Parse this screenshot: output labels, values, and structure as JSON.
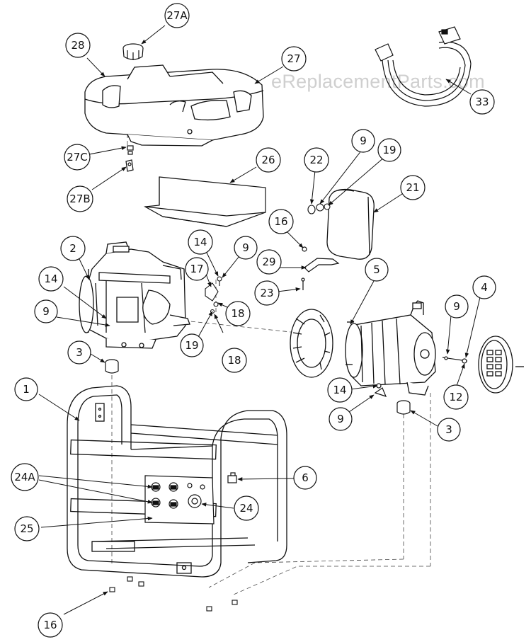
{
  "diagram": {
    "watermark": "eReplacementParts.com",
    "callouts": [
      {
        "id": "c-27a",
        "label": "27A"
      },
      {
        "id": "c-28",
        "label": "28"
      },
      {
        "id": "c-27",
        "label": "27"
      },
      {
        "id": "c-33",
        "label": "33"
      },
      {
        "id": "c-27c",
        "label": "27C"
      },
      {
        "id": "c-27b",
        "label": "27B"
      },
      {
        "id": "c-26",
        "label": "26"
      },
      {
        "id": "c-22",
        "label": "22"
      },
      {
        "id": "c-9a",
        "label": "9"
      },
      {
        "id": "c-19a",
        "label": "19"
      },
      {
        "id": "c-21",
        "label": "21"
      },
      {
        "id": "c-16a",
        "label": "16"
      },
      {
        "id": "c-2",
        "label": "2"
      },
      {
        "id": "c-14a",
        "label": "14"
      },
      {
        "id": "c-9b",
        "label": "9"
      },
      {
        "id": "c-29",
        "label": "29"
      },
      {
        "id": "c-5",
        "label": "5"
      },
      {
        "id": "c-14b",
        "label": "14"
      },
      {
        "id": "c-17",
        "label": "17"
      },
      {
        "id": "c-23",
        "label": "23"
      },
      {
        "id": "c-9c",
        "label": "9"
      },
      {
        "id": "c-18a",
        "label": "18"
      },
      {
        "id": "c-4",
        "label": "4"
      },
      {
        "id": "c-9d",
        "label": "9"
      },
      {
        "id": "c-19b",
        "label": "19"
      },
      {
        "id": "c-3a",
        "label": "3"
      },
      {
        "id": "c-18b",
        "label": "18"
      },
      {
        "id": "c-12",
        "label": "12"
      },
      {
        "id": "c-1",
        "label": "1"
      },
      {
        "id": "c-14c",
        "label": "14"
      },
      {
        "id": "c-9e",
        "label": "9"
      },
      {
        "id": "c-3b",
        "label": "3"
      },
      {
        "id": "c-24a",
        "label": "24A"
      },
      {
        "id": "c-6",
        "label": "6"
      },
      {
        "id": "c-24",
        "label": "24"
      },
      {
        "id": "c-25",
        "label": "25"
      },
      {
        "id": "c-16b",
        "label": "16"
      }
    ]
  }
}
